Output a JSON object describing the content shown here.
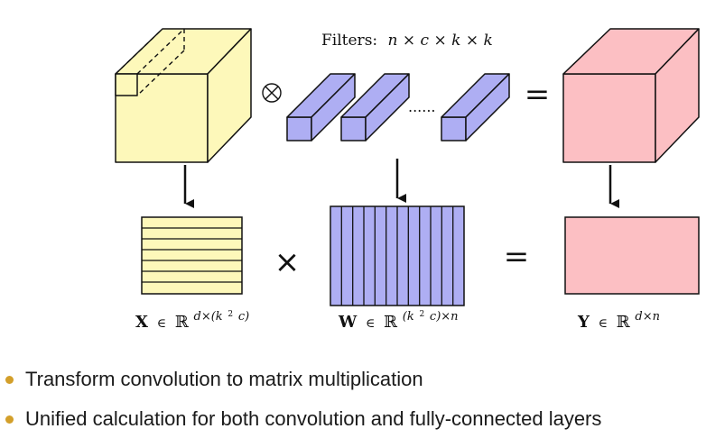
{
  "colors": {
    "input_yellow": "#fdf8ba",
    "filter_purple": "#aeaef3",
    "output_pink": "#fcbfc3",
    "bullet_orange": "#d39f2a",
    "stroke": "#111111"
  },
  "diagram": {
    "filters_label": "Filters:",
    "filters_dims": "n × c × k × k",
    "ellipsis": "......",
    "conv_operator": "⊗",
    "equals": "=",
    "matmul_operator": "×",
    "x_symbol": "X",
    "x_in": "∈",
    "x_set": "ℝ",
    "x_sup_a": "d×(k",
    "x_sup_2": "2",
    "x_sup_b": "c)",
    "w_symbol": "W",
    "w_in": "∈",
    "w_set": "ℝ",
    "w_sup_a": "(k",
    "w_sup_2": "2",
    "w_sup_b": "c)×n",
    "y_symbol": "Y",
    "y_in": "∈",
    "y_set": "ℝ",
    "y_sup": "d×n"
  },
  "bullets": [
    {
      "text": "Transform convolution to matrix multiplication"
    },
    {
      "text": "Unified calculation for both convolution and fully-connected layers"
    }
  ]
}
